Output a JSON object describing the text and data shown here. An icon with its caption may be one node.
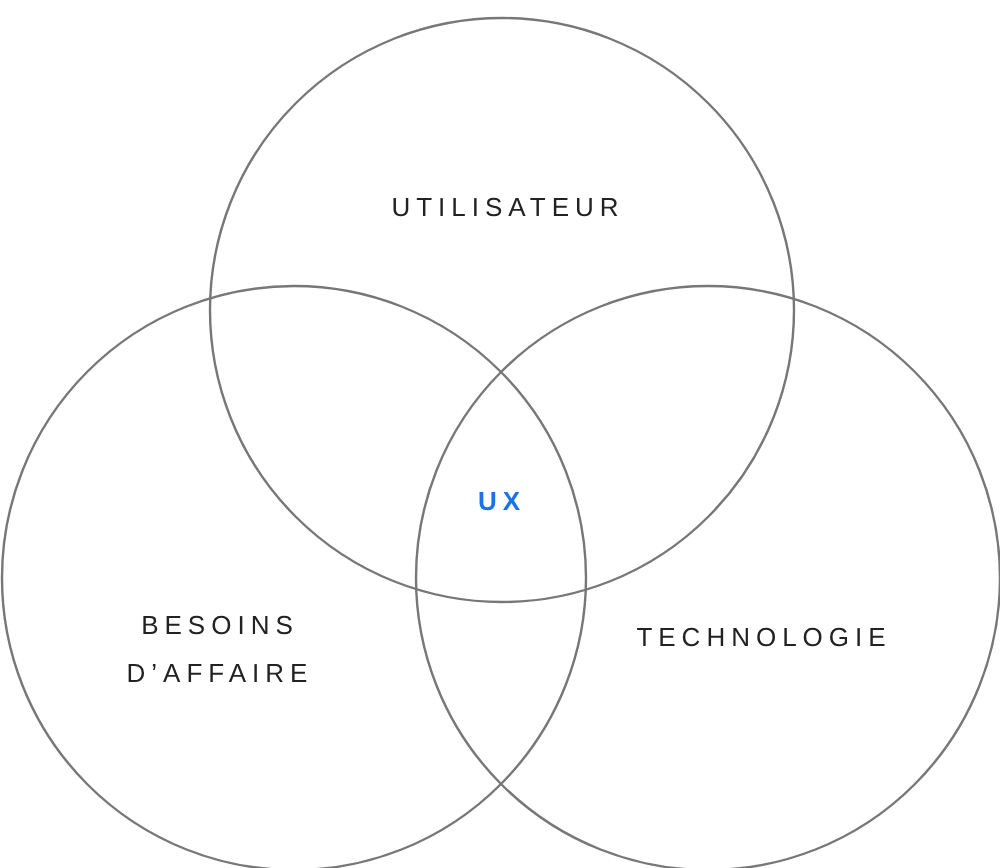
{
  "diagram": {
    "nodes": [
      {
        "text": [
          "UTILISATEUR"
        ]
      },
      {
        "text": [
          "BESOINS D’AFFAIRE"
        ]
      },
      {
        "text": [
          "TECHNOLOGIE"
        ]
      }
    ],
    "labels": [
      "UX"
    ]
  }
}
